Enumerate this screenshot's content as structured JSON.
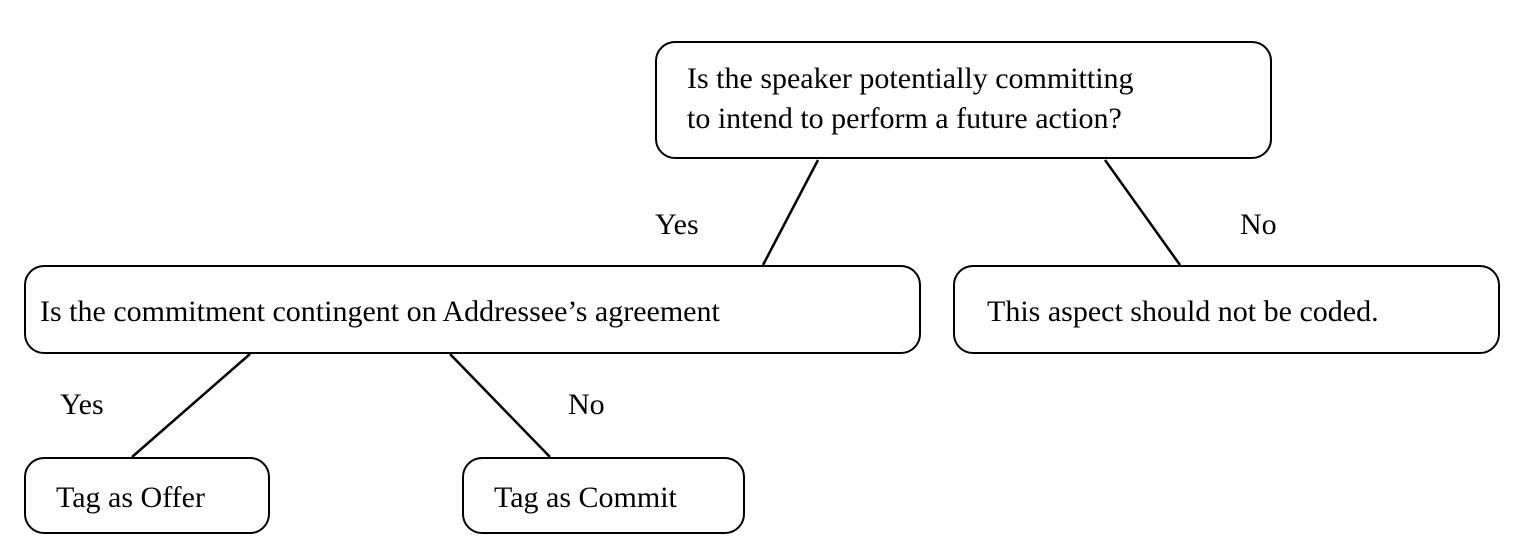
{
  "nodes": {
    "root": {
      "line1": "Is the speaker potentially committing",
      "line2": "to intend to perform a future action?"
    },
    "contingent": "Is the commitment contingent on Addressee’s agreement",
    "not_coded": "This aspect should not be coded.",
    "offer": "Tag as Offer",
    "commit": "Tag as Commit"
  },
  "edges": {
    "root_yes": "Yes",
    "root_no": "No",
    "contingent_yes": "Yes",
    "contingent_no": "No"
  },
  "colors": {
    "line": "#000000",
    "background": "#ffffff"
  }
}
